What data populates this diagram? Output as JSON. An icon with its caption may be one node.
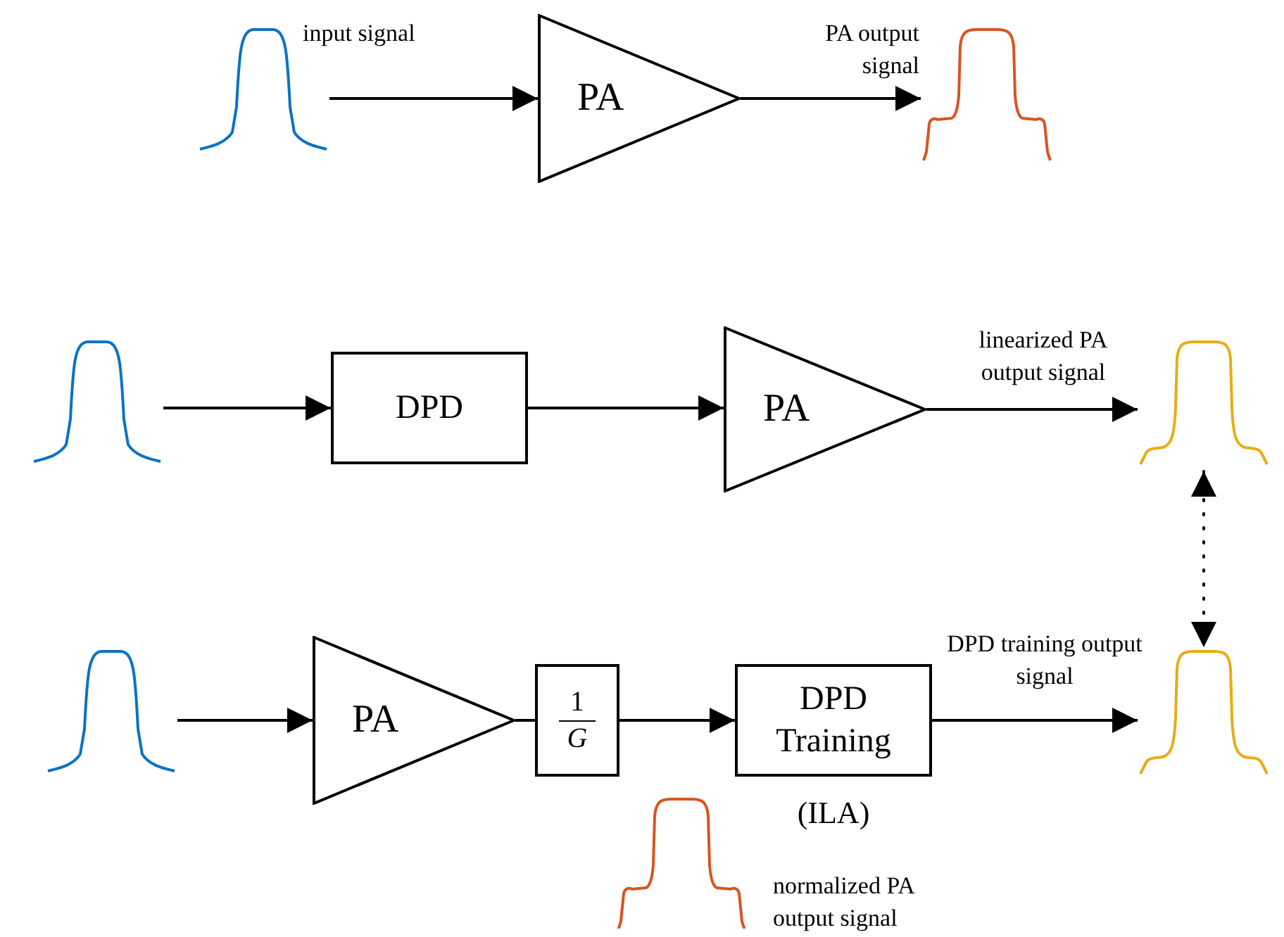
{
  "diagram": {
    "nodes": [
      {
        "text": [],
        "shape": "picture"
      },
      {
        "text": [
          "PA"
        ]
      },
      {
        "text": [],
        "shape": "picture"
      },
      {
        "text": [],
        "shape": "picture"
      },
      {
        "text": [
          "DPD"
        ]
      },
      {
        "text": [
          "PA"
        ]
      },
      {
        "text": [],
        "shape": "picture"
      },
      {
        "text": [],
        "shape": "picture"
      },
      {
        "text": [
          "PA"
        ]
      },
      {
        "text": [
          "1",
          "G"
        ]
      },
      {
        "text": [
          "DPD Training"
        ],
        "beside": [
          "(ILA)"
        ]
      },
      {
        "text": [],
        "shape": "picture"
      },
      {
        "text": [],
        "shape": "picture",
        "beside": [
          "normalized PA output signal"
        ]
      }
    ],
    "edges": [
      {
        "from": 0,
        "to": 1,
        "arrow": "to",
        "label": "input signal"
      },
      {
        "from": 1,
        "to": 2,
        "arrow": "to",
        "label": "PA output signal"
      },
      {
        "from": 3,
        "to": 4,
        "arrow": "to"
      },
      {
        "from": 4,
        "to": 5,
        "arrow": "to"
      },
      {
        "from": 5,
        "to": 6,
        "arrow": "to",
        "label": "linearized PA output signal"
      },
      {
        "from": 7,
        "to": 8,
        "arrow": "to"
      },
      {
        "from": 8,
        "to": 9,
        "arrow": "none"
      },
      {
        "from": 9,
        "to": 10,
        "arrow": "to"
      },
      {
        "from": 10,
        "to": 11,
        "arrow": "to",
        "label": "DPD training output signal"
      },
      {
        "from": 6,
        "to": 11,
        "arrow": "both",
        "style": "dashed"
      }
    ]
  }
}
